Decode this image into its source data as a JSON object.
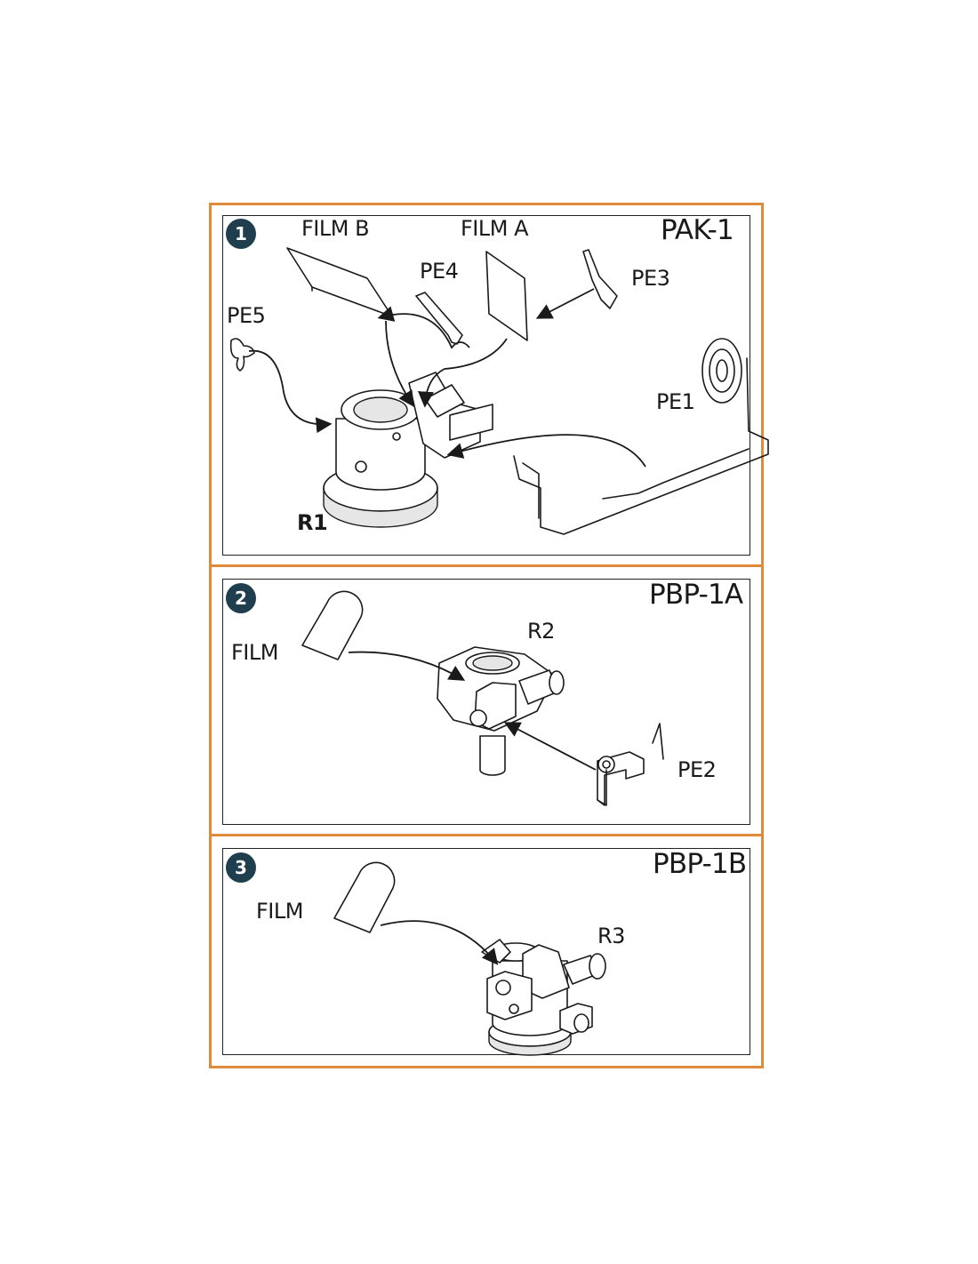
{
  "accent_color": "#e08a3c",
  "badge_color": "#1f3f4f",
  "steps": [
    {
      "number": "1",
      "title": "PAK-1",
      "labels": {
        "film_b": "FILM B",
        "film_a": "FILM A",
        "pe4": "PE4",
        "pe3": "PE3",
        "pe5": "PE5",
        "pe1": "PE1",
        "r1": "R1"
      }
    },
    {
      "number": "2",
      "title": "PBP-1A",
      "labels": {
        "film": "FILM",
        "r2": "R2",
        "pe2": "PE2"
      }
    },
    {
      "number": "3",
      "title": "PBP-1B",
      "labels": {
        "film": "FILM",
        "r3": "R3"
      }
    }
  ]
}
